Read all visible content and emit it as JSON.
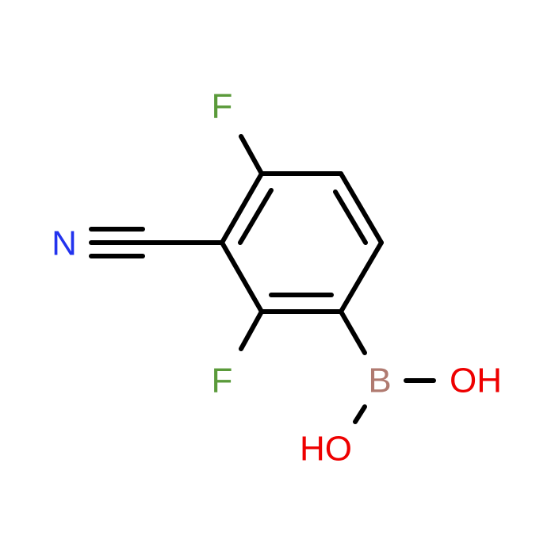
{
  "molecule": {
    "atoms": {
      "F_top": {
        "label": "F",
        "color": "#5a9a3a"
      },
      "F_bottom": {
        "label": "F",
        "color": "#5a9a3a"
      },
      "N": {
        "label": "N",
        "color": "#2233ee"
      },
      "B": {
        "label": "B",
        "color": "#b07a70"
      },
      "O_right": {
        "label": "OH",
        "color": "#ee0000"
      },
      "O_bottom": {
        "label": "HO",
        "color": "#ee0000"
      }
    }
  }
}
